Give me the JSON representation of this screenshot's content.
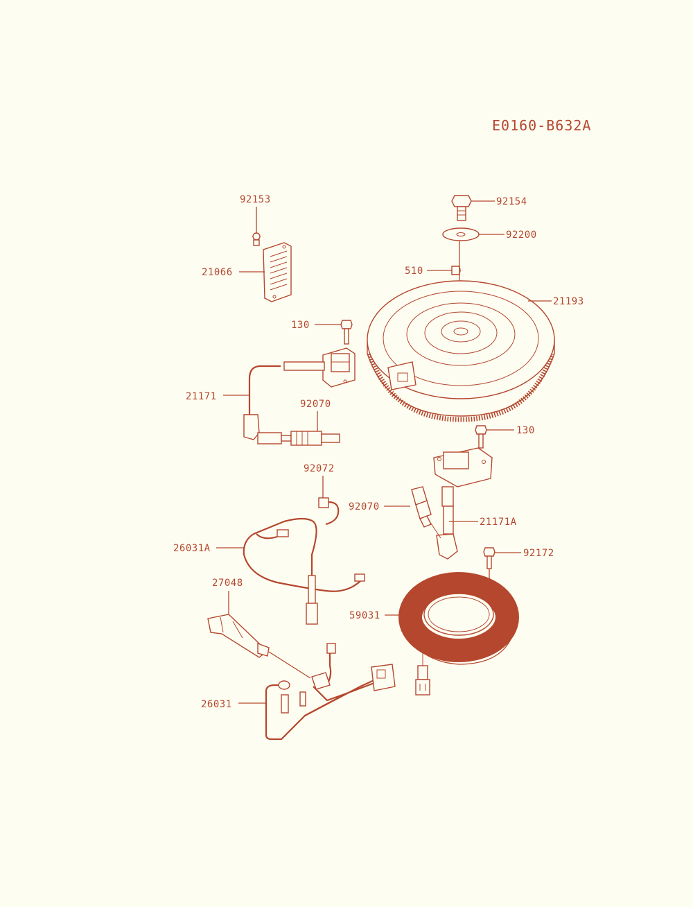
{
  "diagram_code": "E0160-B632A",
  "parts": {
    "p92153": "92153",
    "p21066": "21066",
    "p92154": "92154",
    "p92200": "92200",
    "p510": "510",
    "p21193": "21193",
    "p130a": "130",
    "p21171": "21171",
    "p92070a": "92070",
    "p130b": "130",
    "p92072": "92072",
    "p92070b": "92070",
    "p21171A": "21171A",
    "p26031A": "26031A",
    "p92172": "92172",
    "p27048": "27048",
    "p59031": "59031",
    "p26031": "26031"
  },
  "colors": {
    "line": "#b4472d",
    "background": "#fefdf2"
  }
}
